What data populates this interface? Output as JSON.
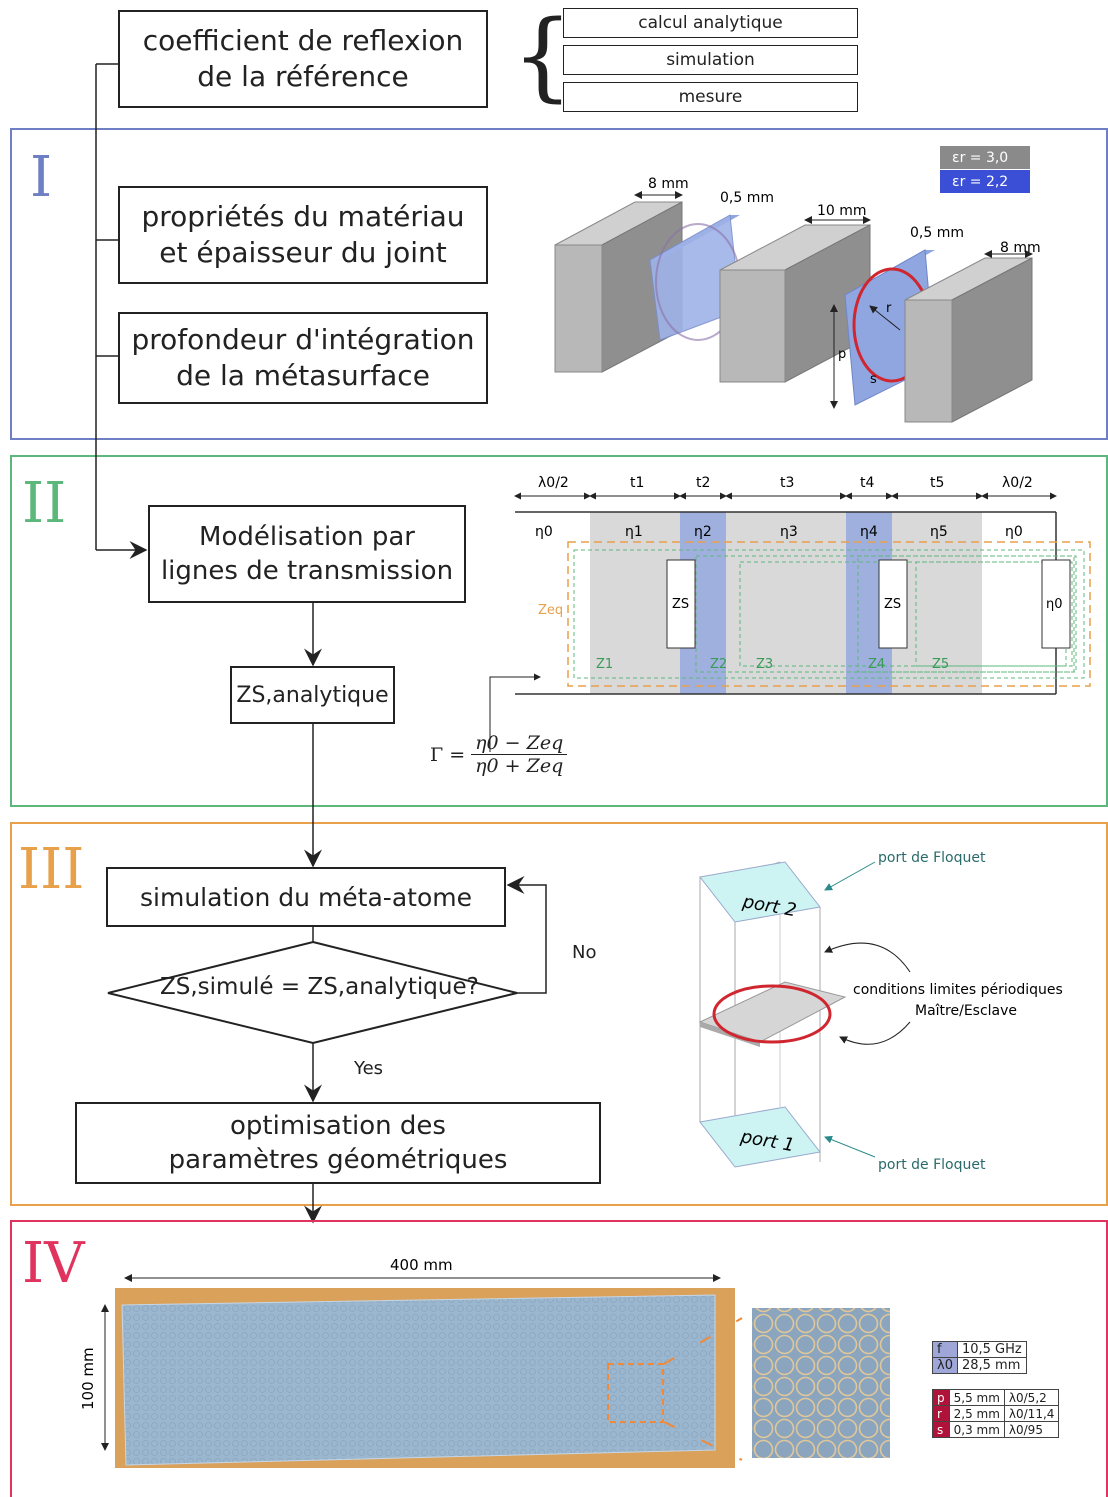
{
  "top": {
    "reference_box": [
      "coefficient de reflexion",
      "de la référence"
    ],
    "options": [
      "calcul analytique",
      "simulation",
      "mesure"
    ]
  },
  "sections": {
    "I": {
      "label": "I",
      "color": "#6f7fc4",
      "box1": [
        "propriétés du matériau",
        "et épaisseur du joint"
      ],
      "box2": [
        "profondeur d'intégration",
        "de la métasurface"
      ],
      "legend": [
        "εr = 3,0",
        "εr = 2,2"
      ],
      "dims": [
        "8 mm",
        "0,5 mm",
        "10 mm",
        "0,5 mm",
        "8 mm"
      ],
      "labels": {
        "r": "r",
        "p": "p",
        "s": "s"
      }
    },
    "II": {
      "label": "II",
      "color": "#5cb87a",
      "box": [
        "Modélisation par",
        "lignes de transmission"
      ],
      "zs_analytique": "ZS,analytique",
      "layers": [
        "λ0/2",
        "t1",
        "t2",
        "t3",
        "t4",
        "t5",
        "λ0/2"
      ],
      "etas": [
        "η0",
        "η1",
        "η2",
        "η3",
        "η4",
        "η5",
        "η0"
      ],
      "z_labels": [
        "Z1",
        "Z2",
        "Z3",
        "Z4",
        "Z5"
      ],
      "zeq": "Zeq",
      "zs": "ZS",
      "eta_load": "η0",
      "formula": {
        "lhs": "Γ =",
        "num": "η0 − Zeq",
        "den": "η0 + Zeq"
      }
    },
    "III": {
      "label": "III",
      "color": "#e8a04a",
      "sim_box": "simulation du méta-atome",
      "question": "ZS,simulé = ZS,analytique?",
      "no": "No",
      "yes": "Yes",
      "opt_box": [
        "optimisation des",
        "paramètres géométriques"
      ],
      "port2": "port 2",
      "port1": "port 1",
      "floquet": "port de Floquet",
      "periodic": [
        "conditions limites périodiques",
        "Maître/Esclave"
      ]
    },
    "IV": {
      "label": "IV",
      "color": "#e0345e",
      "width_dim": "400 mm",
      "height_dim": "100 mm",
      "table1": [
        [
          "f",
          "10,5 GHz"
        ],
        [
          "λ0",
          "28,5 mm"
        ]
      ],
      "table2": [
        [
          "p",
          "5,5 mm",
          "λ0/5,2"
        ],
        [
          "r",
          "2,5 mm",
          "λ0/11,4"
        ],
        [
          "s",
          "0,3 mm",
          "λ0/95"
        ]
      ]
    }
  }
}
